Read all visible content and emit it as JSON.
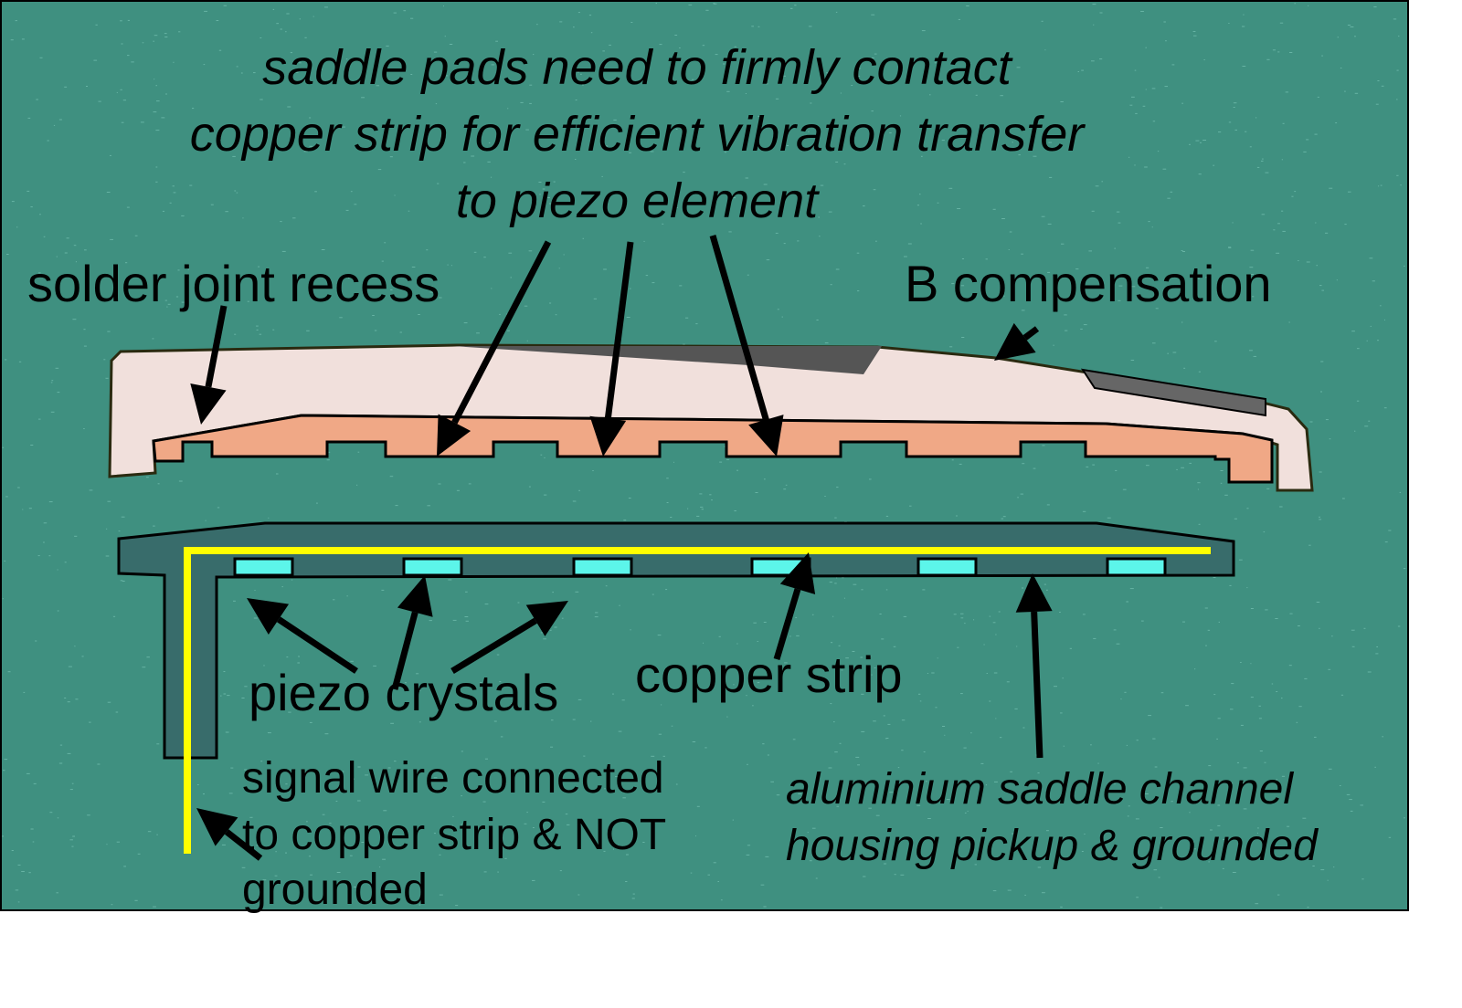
{
  "colors": {
    "background": "#3f9080",
    "saddle": "#f1e0dc",
    "copper": "#f0a886",
    "channel": "#386c6b",
    "crystal": "#5cf5ea",
    "wire": "#ffff00"
  },
  "title_lines": [
    "saddle pads need to firmly contact",
    "copper strip for efficient vibration transfer",
    "to piezo element"
  ],
  "labels": {
    "solder_joint": "solder joint recess",
    "b_compensation": "B compensation",
    "piezo_crystals": "piezo crystals",
    "copper_strip": "copper strip",
    "signal_wire": [
      "signal wire connected",
      "to copper strip & NOT",
      "grounded"
    ],
    "channel": [
      "aluminium saddle channel",
      "housing pickup & grounded"
    ]
  }
}
